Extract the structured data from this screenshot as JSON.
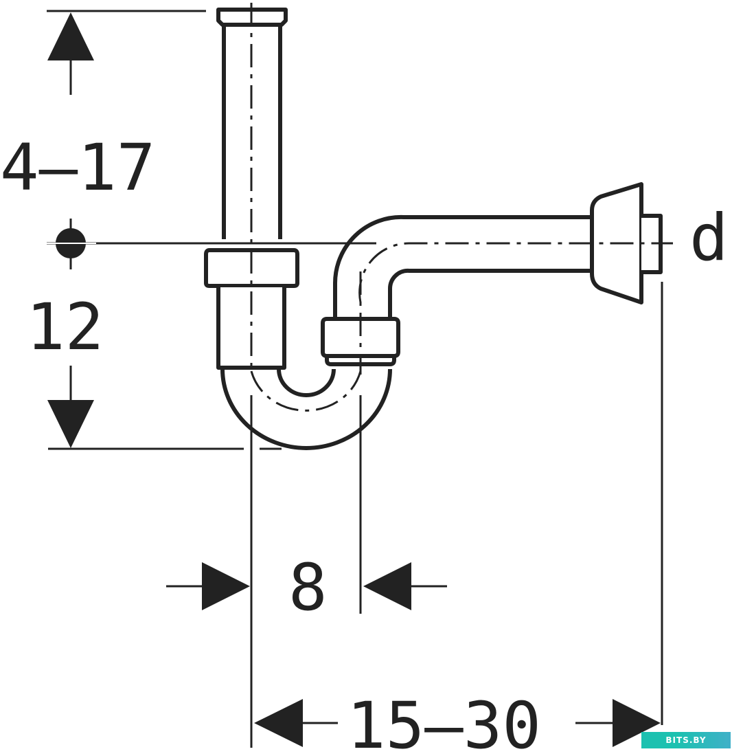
{
  "diagram": {
    "ink_color": "#222222",
    "labels": {
      "dim_top": "4–17",
      "dim_left": "12",
      "dim_gap": "8",
      "dim_bottom": "15–30",
      "dim_diameter": "d"
    }
  },
  "watermark": {
    "text": "BITS.BY",
    "color": "#1cc1b0"
  }
}
